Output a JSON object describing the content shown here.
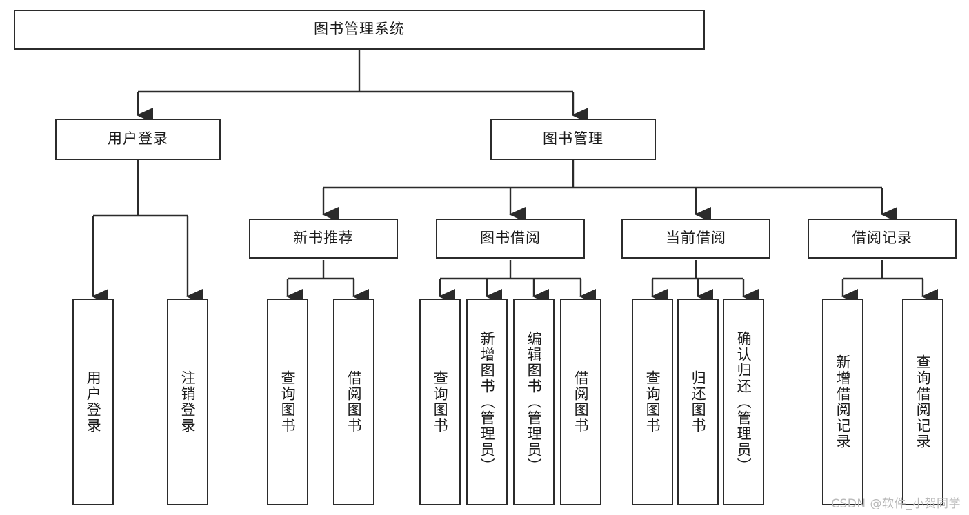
{
  "diagram": {
    "type": "tree",
    "title": "图书管理系统",
    "orientation": "top-down",
    "colors": {
      "box_border": "#2b2b2b",
      "box_fill": "#ffffff",
      "edge": "#2b2b2b",
      "text": "#1a1a1a",
      "watermark": "#b9b9b9"
    },
    "nodes": {
      "root": {
        "label": "图书管理系统"
      },
      "level2": [
        {
          "id": "user-login",
          "label": "用户登录"
        },
        {
          "id": "book-management",
          "label": "图书管理"
        }
      ],
      "level3": [
        {
          "id": "new-book-recommend",
          "label": "新书推荐"
        },
        {
          "id": "book-borrow",
          "label": "图书借阅"
        },
        {
          "id": "current-borrow",
          "label": "当前借阅"
        },
        {
          "id": "borrow-record",
          "label": "借阅记录"
        }
      ],
      "leaves": {
        "user_login": [
          {
            "id": "leaf-user-login",
            "label": "用户登录"
          },
          {
            "id": "leaf-logout-login",
            "label": "注销登录"
          }
        ],
        "new_book_recommend": [
          {
            "id": "leaf-query-book-1",
            "label": "查询图书"
          },
          {
            "id": "leaf-borrow-book-1",
            "label": "借阅图书"
          }
        ],
        "book_borrow": [
          {
            "id": "leaf-query-book-2",
            "label": "查询图书"
          },
          {
            "id": "leaf-add-book",
            "label": "新增图书（管理员）"
          },
          {
            "id": "leaf-edit-book",
            "label": "编辑图书（管理员）"
          },
          {
            "id": "leaf-borrow-book-2",
            "label": "借阅图书"
          }
        ],
        "current_borrow": [
          {
            "id": "leaf-query-book-3",
            "label": "查询图书"
          },
          {
            "id": "leaf-return-book",
            "label": "归还图书"
          },
          {
            "id": "leaf-confirm-return",
            "label": "确认归还（管理员）"
          }
        ],
        "borrow_record": [
          {
            "id": "leaf-add-record",
            "label": "新增借阅记录"
          },
          {
            "id": "leaf-query-record",
            "label": "查询借阅记录"
          }
        ]
      }
    },
    "watermark": "CSDN @软件_小贺同学"
  }
}
